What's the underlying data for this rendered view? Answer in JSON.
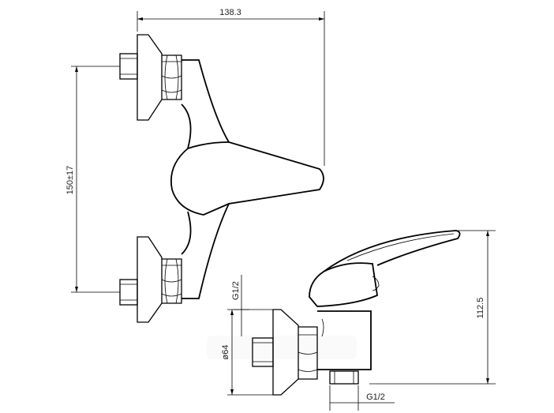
{
  "dimensions": {
    "total_width": "138.3",
    "inlet_spacing": "150±17",
    "height": "112.5",
    "inlet_thread": "G1/2",
    "outlet_thread": "G1/2",
    "flange_diameter": "ø64"
  }
}
